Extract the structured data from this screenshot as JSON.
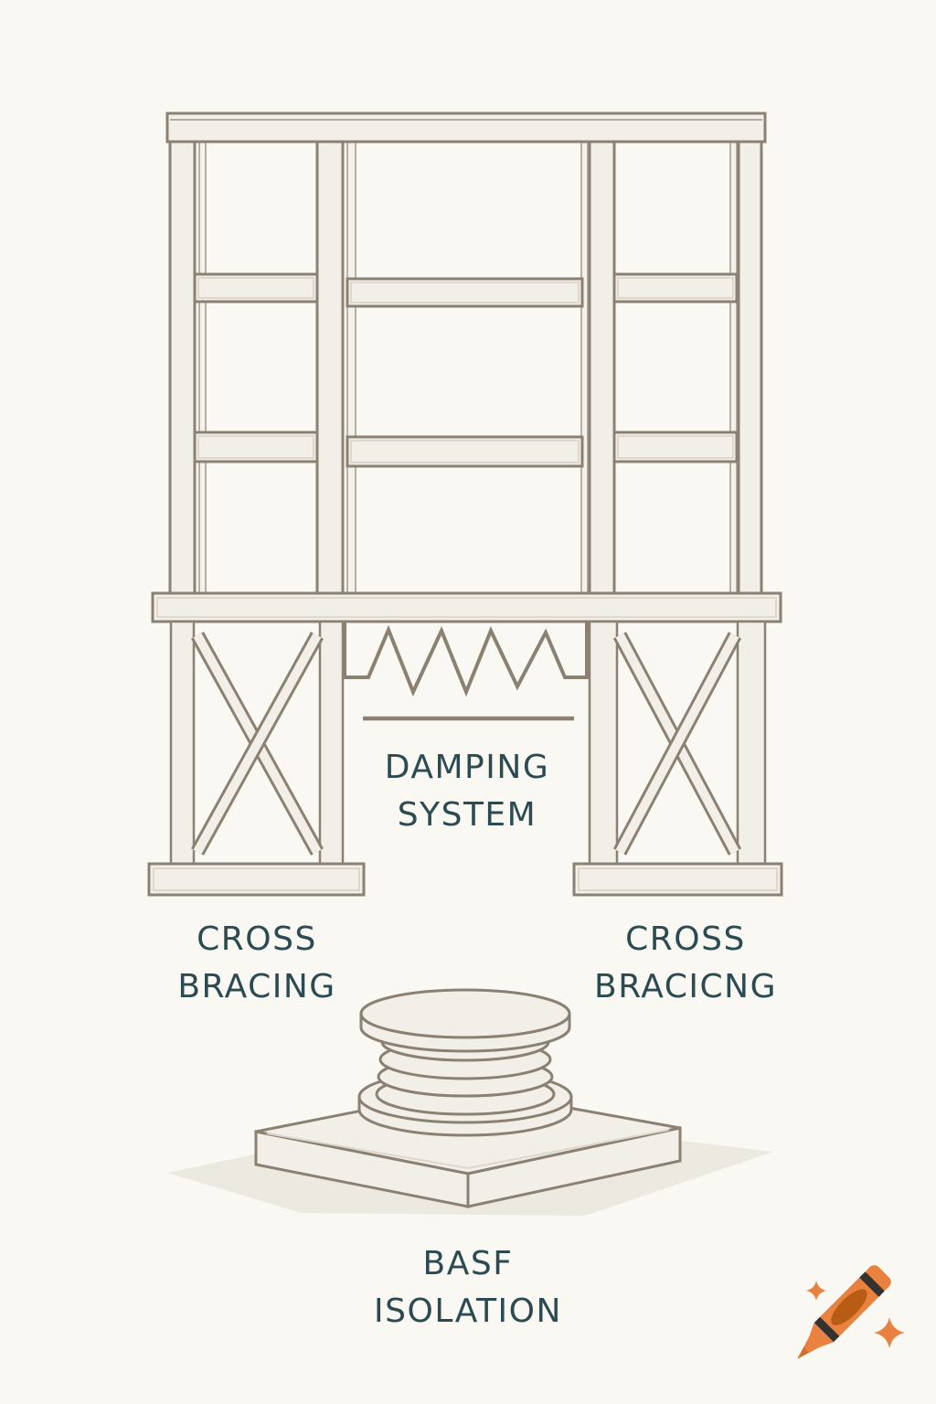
{
  "palette": {
    "bg": "#faf8f2",
    "shape_fill": "#f1efe8",
    "outline": "#8b8173",
    "inner_line": "#ddd8cb",
    "shadow": "#ece9e1",
    "label_text": "#2b4a52",
    "crayon_body": "#e8823e",
    "crayon_label": "#b85c15",
    "crayon_band": "#333230",
    "crayon_tip": "#d06f2c"
  },
  "labels": {
    "damping": {
      "line1": "DAMPING",
      "line2": "SYSTEM"
    },
    "cross_left": {
      "line1": "CROSS",
      "line2": "BRACING"
    },
    "cross_right": {
      "line1": "CROSS",
      "line2": "BRACICNG"
    },
    "base": {
      "line1": "BASF",
      "line2": "ISOLATION"
    }
  },
  "icons": {
    "crayon": "crayon-icon",
    "sparkles": "sparkle-icon",
    "spring": "damper-spring-icon"
  }
}
